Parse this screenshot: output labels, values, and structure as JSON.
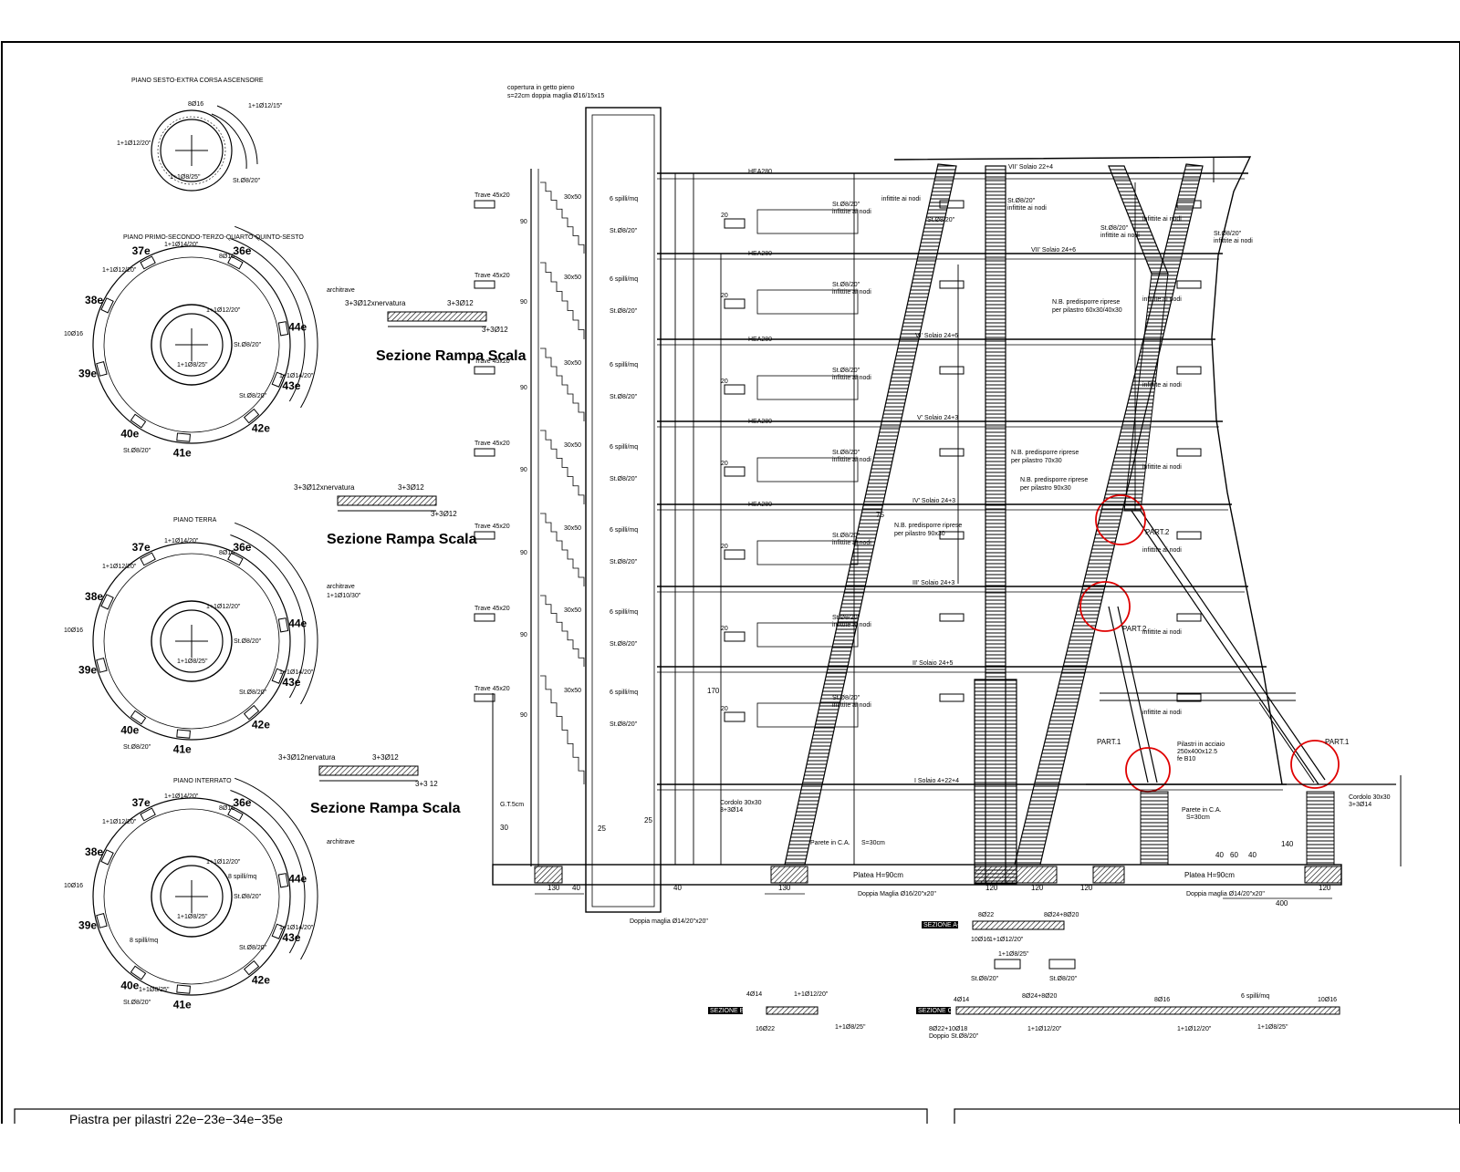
{
  "plans": {
    "p1_title": "PIANO SESTO-EXTRA CORSA ASCENSORE",
    "p2_title": "PIANO PRIMO-SECONDO-TERZO-QUARTO-QUINTO-SESTO",
    "p3_title": "PIANO TERRA",
    "p4_title": "PIANO INTERRATO",
    "columns": [
      "37e",
      "36e",
      "44e",
      "43e",
      "42e",
      "41e",
      "40e",
      "39e",
      "38e"
    ],
    "architrave": "architrave",
    "reinf": {
      "r1": "1+1Ø12/20\"",
      "r2": "1+1Ø14/20\"",
      "r3": "1+1Ø12/15\"",
      "r4": "1+1Ø8/25\"",
      "r5": "St.Ø8/20\"",
      "r6": "10Ø16",
      "r7": "8Ø16",
      "r8": "8 spilli/mq",
      "r9": "1+1Ø10/30\""
    }
  },
  "stairs": {
    "s1_top": "3+3Ø12xnervatura",
    "s1_top2": "3+3Ø12",
    "s1_side": "3+3Ø12",
    "s1_title": "Sezione Rampa Scala",
    "s2_top": "3+3Ø12xnervatura",
    "s2_top2": "3+3Ø12",
    "s2_side": "3+3Ø12",
    "s2_title": "Sezione Rampa Scala",
    "s3_top": "3+3Ø12nervatura",
    "s3_top2": "3+3Ø12",
    "s3_side": "3+3 12",
    "s3_title": "Sezione Rampa Scala",
    "dims": [
      "30",
      "40",
      "30",
      "40",
      "30"
    ],
    "dim_total": "170"
  },
  "section": {
    "cover_note_1": "copertura in getto pieno",
    "cover_note_2": "s=22cm doppia maglia Ø16/15x15",
    "floors": [
      "VII' Solaio 22+4",
      "VII' Solaio 24+6",
      "VI' Solaio 24+6",
      "V' Solaio 24+3",
      "IV' Solaio 24+3",
      "III' Solaio 24+3",
      "II' Solaio 24+5",
      "I Solaio 4+22+4"
    ],
    "hea": "HEA280",
    "beam": "Trave 45x20",
    "spilli": "6 spilli/mq",
    "stirrup": "St.Ø8/20\"",
    "infittite": "infittite ai nodi",
    "nb1": "N.B. predisporre riprese",
    "nb2": "per pilastro 60x30/40x30",
    "nb3": "per pilastro 70x30",
    "nb4": "per pilastro 90x30",
    "pilastri_1": "Pilastri in acciaio",
    "pilastri_2": "250x400x12.5",
    "pilastri_3": "fe B10",
    "parete": "Parete in C.A.",
    "parete_s": "S=30cm",
    "platea": "Platea H=90cm",
    "doppia": "Doppia Maglia Ø16/20\"x20\"",
    "doppia2": "Doppia maglia Ø14/20\"x20\"",
    "cordolo": "Cordolo 30x30",
    "cordolo_r": "3+3Ø14",
    "part1": "PART.1",
    "part2": "PART.2",
    "dim130": "130",
    "dim40": "40",
    "dim120": "120",
    "dim400": "400",
    "dim60": "60",
    "dim30": "30",
    "dim140": "140",
    "gts": "G.T.5cm",
    "pd_30_50": "30x50",
    "pd_20": "20",
    "dim90": "90",
    "dim25": "25",
    "dim75": "75",
    "dim170": "170"
  },
  "details": {
    "d1_label": "SEZIONE A-A",
    "d2_label": "SEZIONE B-B",
    "d3_label": "SEZIONE C-C",
    "r1": "1+1Ø12/20\"",
    "r2": "1+1Ø8/25\"",
    "r3": "8Ø24+8Ø20",
    "r4": "Doppio St.Ø8/20\"",
    "r5": "8Ø22+10Ø18",
    "r6": "10Ø16",
    "r7": "8Ø16",
    "r8": "6 spilli/mq",
    "r9": "16Ø22",
    "r10": "St.Ø8/20\"",
    "r11": "4Ø14",
    "r12": "8Ø22",
    "r13": "1+1Ø8/25\""
  },
  "footer": {
    "left_text": "Piastra per pilastri 22e−23e−34e−35e"
  },
  "colors": {
    "line": "#000000",
    "mark": "#e00000",
    "paper": "#ffffff"
  }
}
